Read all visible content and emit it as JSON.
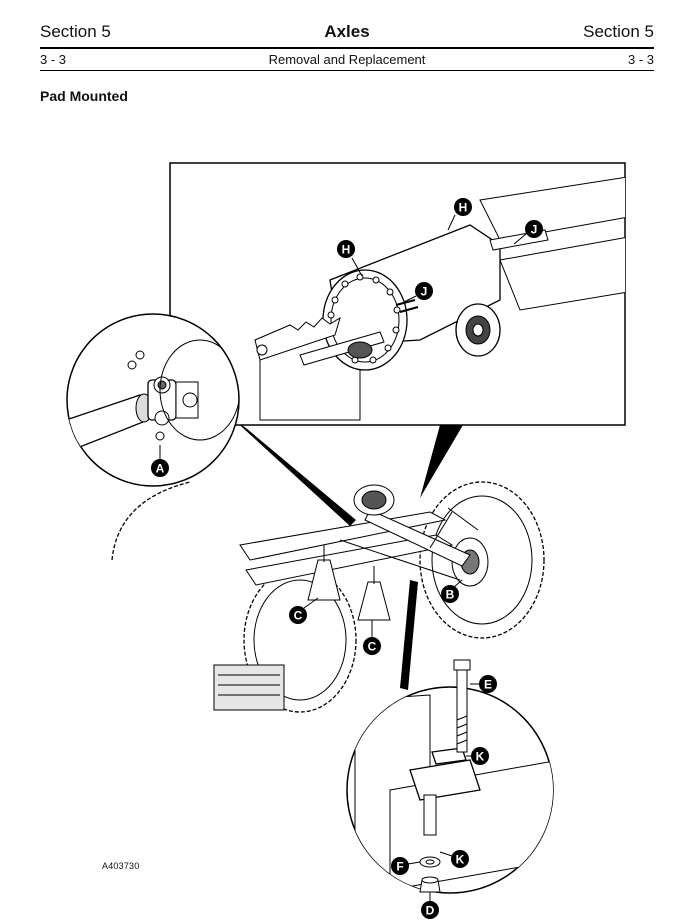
{
  "header": {
    "left": "Section 5",
    "center": "Axles",
    "right": "Section 5"
  },
  "subheader": {
    "left": "3 - 3",
    "center": "Removal and Replacement",
    "right": "3 - 3"
  },
  "section_heading": "Pad Mounted",
  "figure": {
    "code": "A403730",
    "callouts": {
      "A": "A",
      "B": "B",
      "C": "C",
      "D": "D",
      "E": "E",
      "F": "F",
      "H": "H",
      "J": "J",
      "K": "K"
    }
  }
}
